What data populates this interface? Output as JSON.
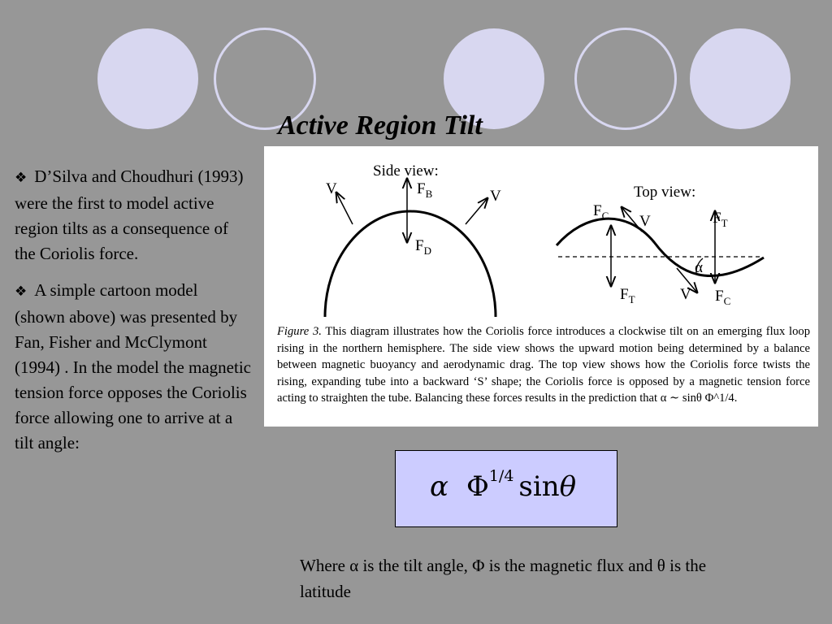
{
  "slide": {
    "title": "Active Region Tilt",
    "bullet_marker": "❖",
    "bullets": [
      "D’Silva and Choudhuri (1993) were the first to model active region tilts as a consequence of the Coriolis force.",
      "A simple cartoon model (shown above) was presented by Fan, Fisher and McClymont (1994) . In the model the magnetic tension force opposes the Coriolis force allowing one to arrive at a tilt angle:"
    ],
    "figure": {
      "side_view_label": "Side view:",
      "top_view_label": "Top view:",
      "v_label": "V",
      "f_label": "F",
      "sub_b": "B",
      "sub_d": "D",
      "sub_c": "C",
      "sub_t": "T",
      "alpha_label": "α",
      "caption_lead": "Figure 3.",
      "caption_body": " This diagram illustrates how the Coriolis force introduces a clockwise tilt on an emerging flux loop rising in the northern hemisphere. The side view shows the upward motion being determined by a balance between magnetic buoyancy and aerodynamic drag. The top view shows how the Coriolis force twists the rising, expanding tube into a backward ‘S’ shape; the Coriolis force is opposed by a magnetic tension force acting to straighten the tube. Balancing these forces results in the prediction that α ∼ sinθ Φ^1/4."
    },
    "formula": {
      "alpha": "α",
      "relation": "",
      "phi": "Φ",
      "exponent": "1/4",
      "sin": "sin",
      "theta": "θ"
    },
    "where_text": "Where α is the tilt angle, Φ is the magnetic flux and θ is the latitude"
  }
}
